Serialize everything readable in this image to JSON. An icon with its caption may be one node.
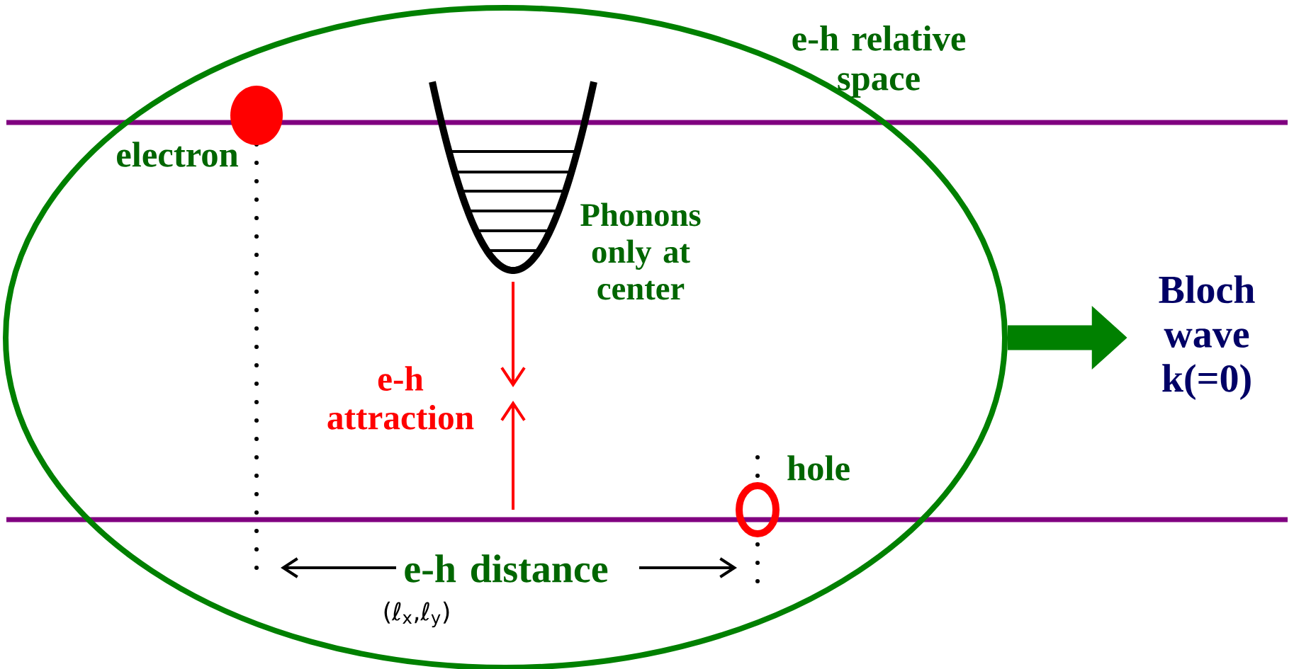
{
  "diagram": {
    "nodes": [
      {
        "text": [
          "e-h relative space"
        ]
      },
      {
        "text": [],
        "shape": "circle",
        "in": 0,
        "beside": [
          "electron"
        ]
      },
      {
        "text": [],
        "shape": "circle",
        "in": 0,
        "beside": [
          "hole"
        ]
      },
      {
        "text": [
          "Bloch wave k(=0)"
        ]
      }
    ],
    "edges": [
      {
        "from": 0,
        "to": 3,
        "arrow": "to",
        "color": "#008000"
      }
    ],
    "labels": [
      "Phonons only at center",
      "e-h attraction",
      "e-h distance",
      "(ℓ$_{x}$,ℓ$_{y}$)"
    ]
  }
}
